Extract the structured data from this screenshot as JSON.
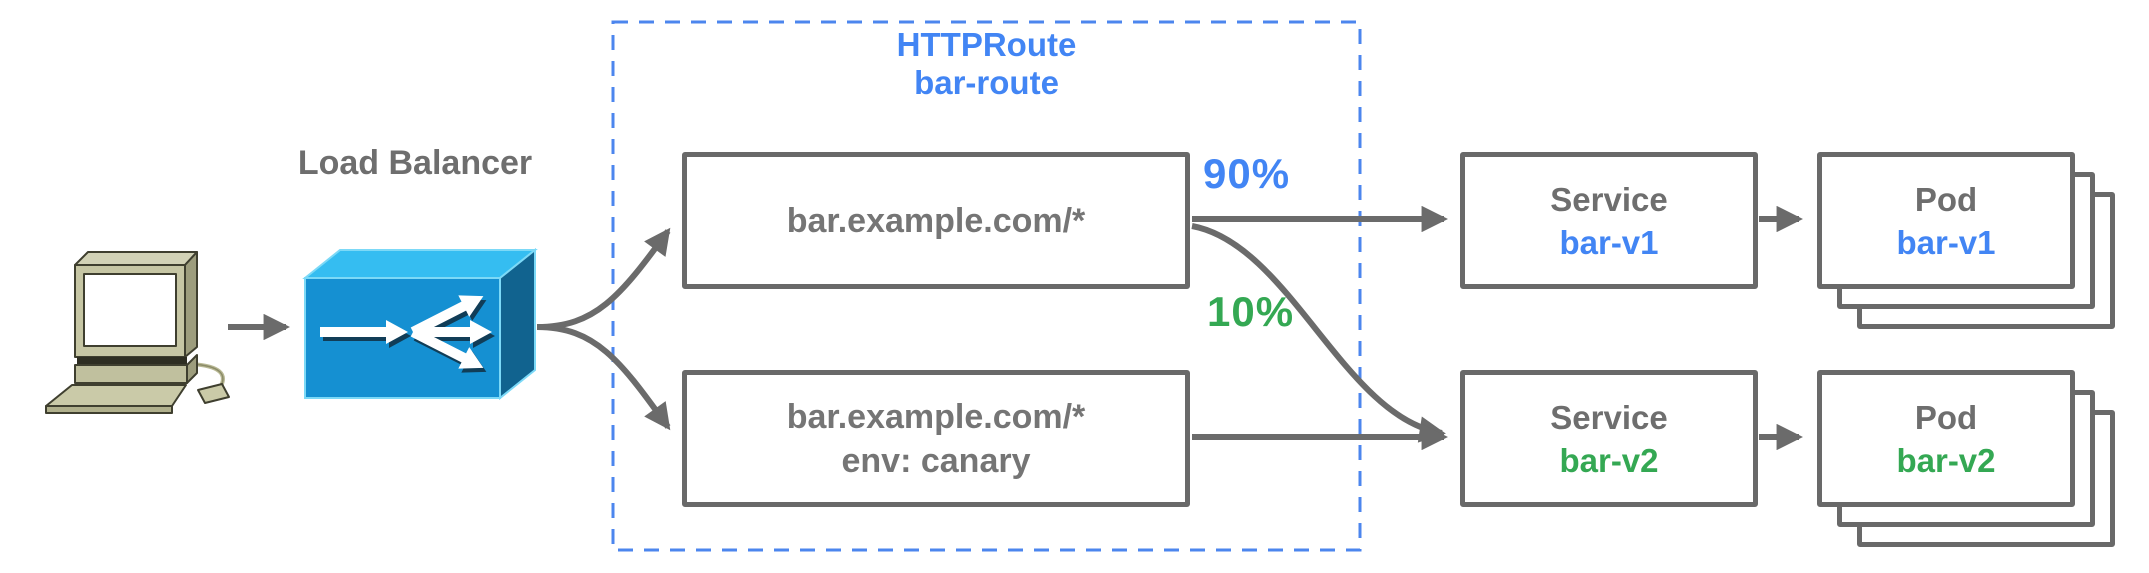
{
  "diagram": {
    "client": {
      "icon": "desktop-computer-icon"
    },
    "load_balancer": {
      "label": "Load Balancer",
      "icon": "load-balancer-icon"
    },
    "httproute": {
      "kind": "HTTPRoute",
      "name": "bar-route"
    },
    "rules": [
      {
        "host": "bar.example.com/*",
        "match": ""
      },
      {
        "host": "bar.example.com/*",
        "match": "env: canary"
      }
    ],
    "weights": [
      {
        "label": "90%",
        "color": "#4285f4"
      },
      {
        "label": "10%",
        "color": "#34a853"
      }
    ],
    "services": [
      {
        "kind": "Service",
        "name": "bar-v1",
        "color": "#4285f4"
      },
      {
        "kind": "Service",
        "name": "bar-v2",
        "color": "#34a853"
      }
    ],
    "pods": [
      {
        "kind": "Pod",
        "name": "bar-v1",
        "color": "#4285f4"
      },
      {
        "kind": "Pod",
        "name": "bar-v2",
        "color": "#34a853"
      }
    ],
    "colors": {
      "accent_blue": "#4285f4",
      "accent_green": "#34a853",
      "connector_gray": "#6b6b6b",
      "box_border_gray": "#696969",
      "text_gray": "#6e6e6e",
      "dashed_border_blue": "#4c86ee",
      "lb_top_face": "#35bdf1",
      "lb_front_face": "#1590d2",
      "lb_side_face": "#11638f"
    }
  }
}
